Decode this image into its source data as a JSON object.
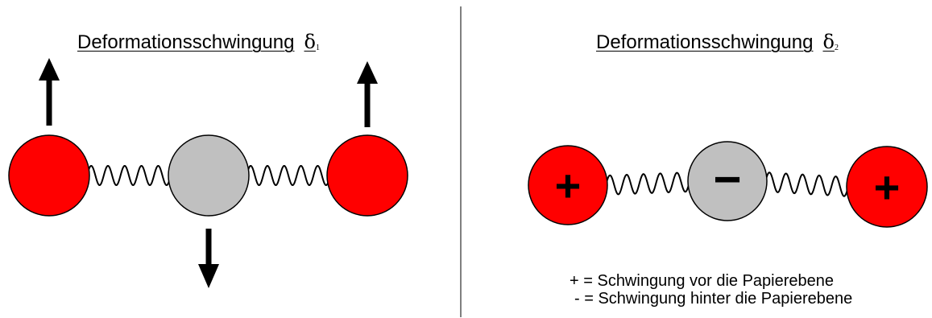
{
  "left_panel": {
    "title": "Deformationsschwingung",
    "symbol": "δ",
    "subscript": "1"
  },
  "right_panel": {
    "title": "Deformationsschwingung",
    "symbol": "δ",
    "subscript": "2",
    "signs": {
      "left_atom": "+",
      "center_atom": "−",
      "right_atom": "+"
    }
  },
  "legend": {
    "plus_line": "+ = Schwingung vor die Papierebene",
    "minus_line": "- = Schwingung hinter die Papierebene"
  },
  "colors": {
    "outer_atom": "#ff0000",
    "center_atom": "#c0c0c0",
    "outline": "#000000",
    "text": "#000000"
  }
}
